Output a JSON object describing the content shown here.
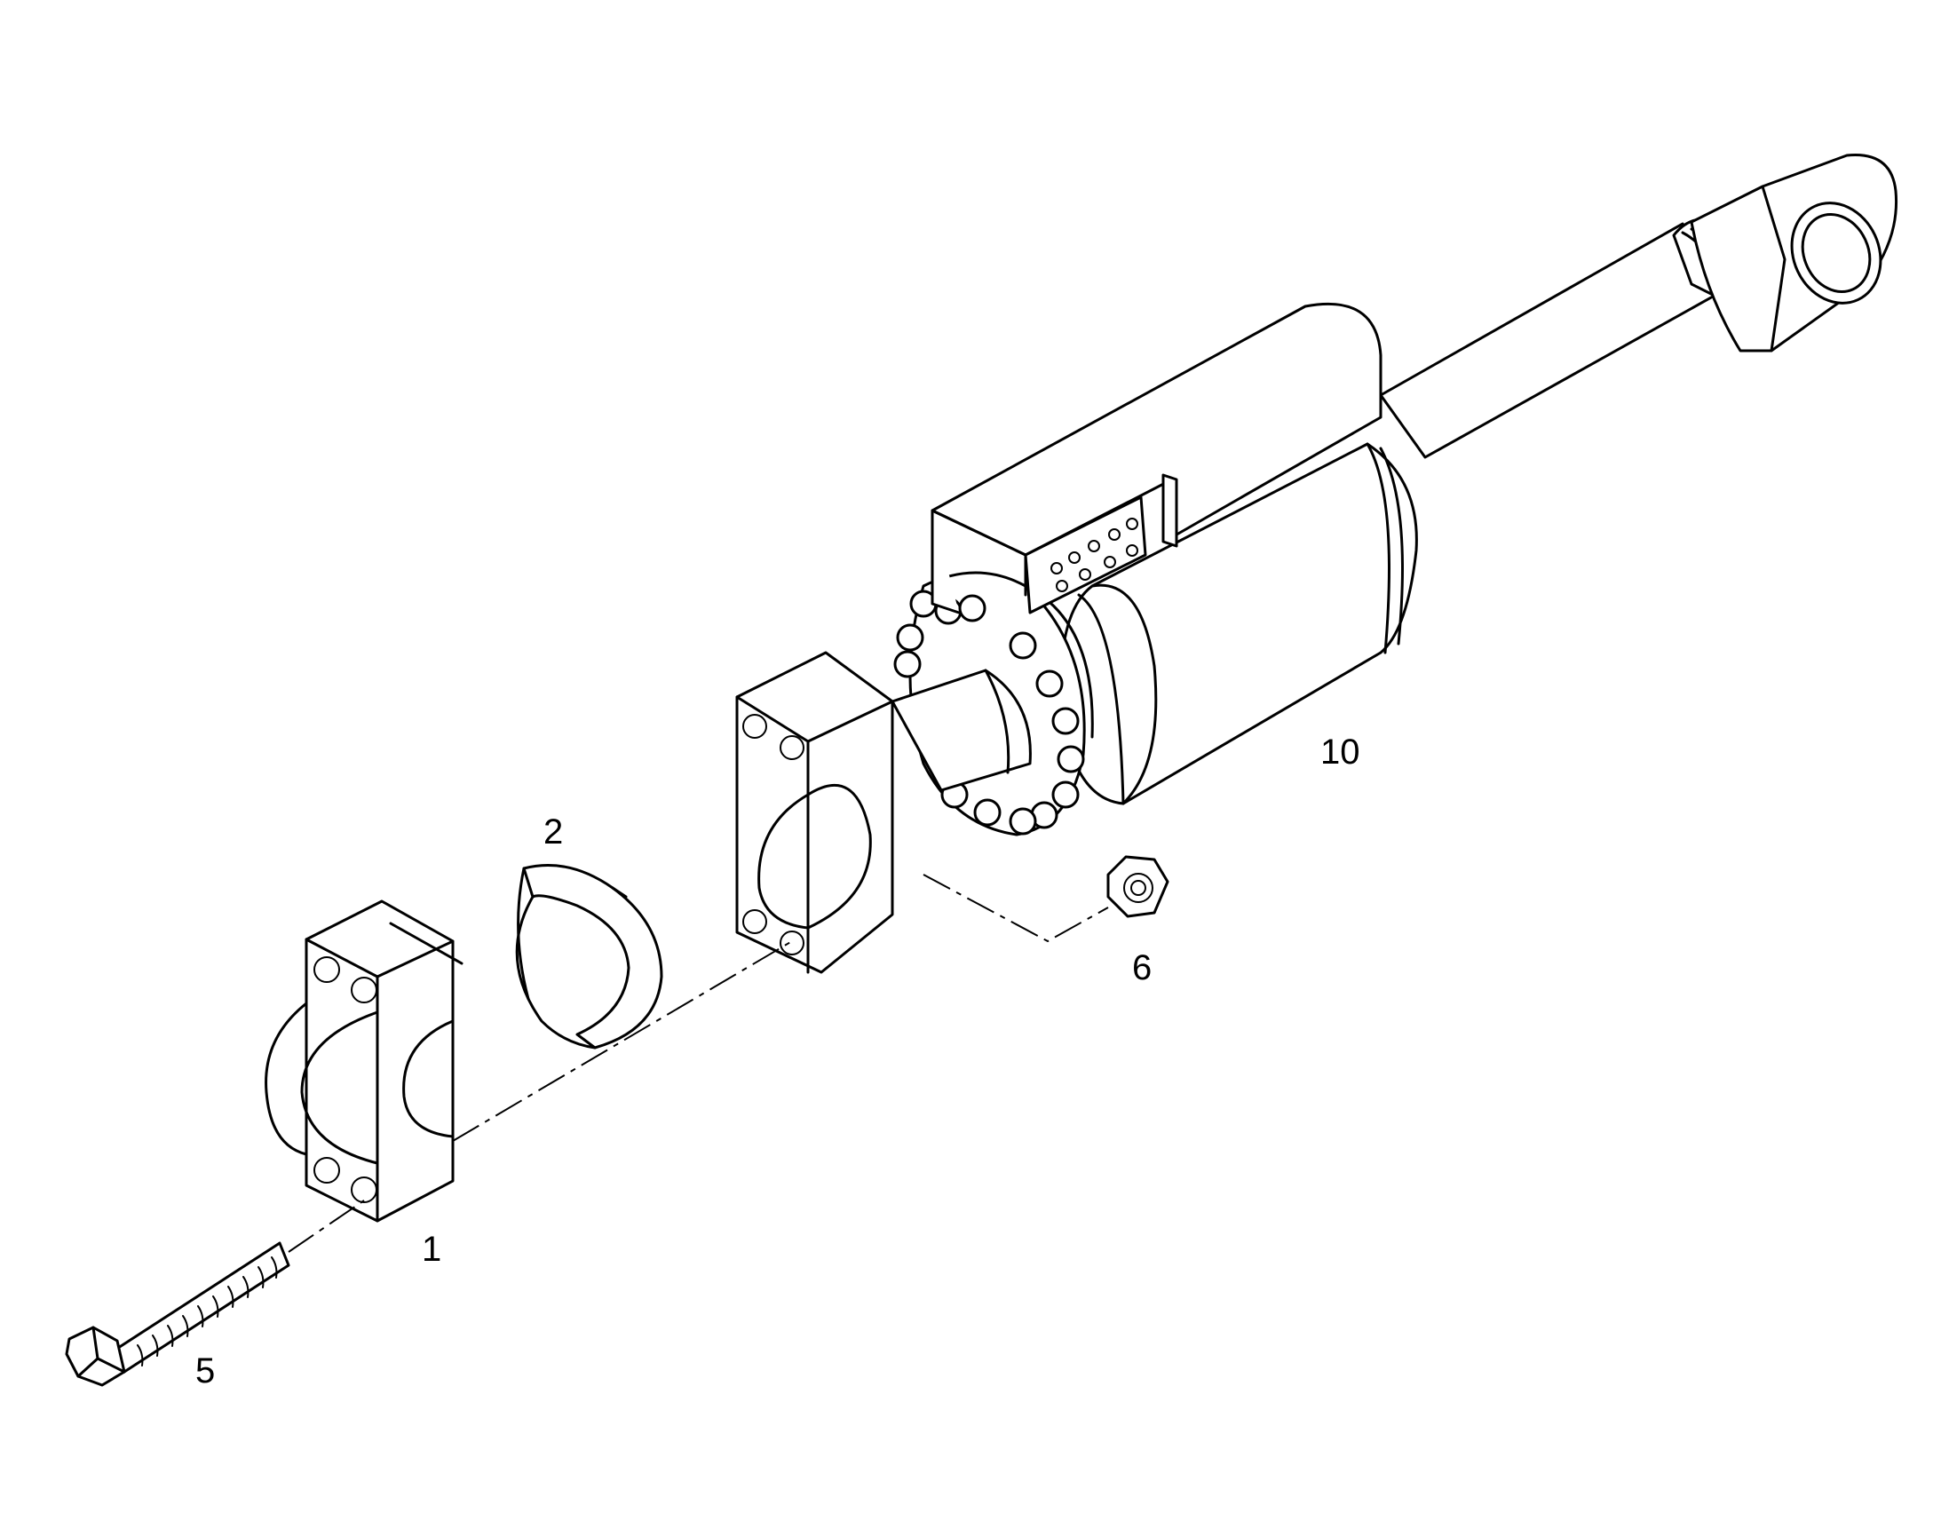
{
  "callouts": [
    {
      "id": "part-1",
      "label": "1"
    },
    {
      "id": "part-2",
      "label": "2"
    },
    {
      "id": "part-5",
      "label": "5"
    },
    {
      "id": "part-6",
      "label": "6"
    },
    {
      "id": "part-10",
      "label": "10"
    }
  ],
  "colors": {
    "line": "#000000",
    "background": "#ffffff"
  },
  "icons": {
    "cylinder": "hydraulic-cylinder-assembly",
    "clamp_half": "split-clamp-half",
    "bearing_shell": "half-bearing-shell",
    "bolt": "hex-bolt",
    "nut": "hex-nut"
  }
}
